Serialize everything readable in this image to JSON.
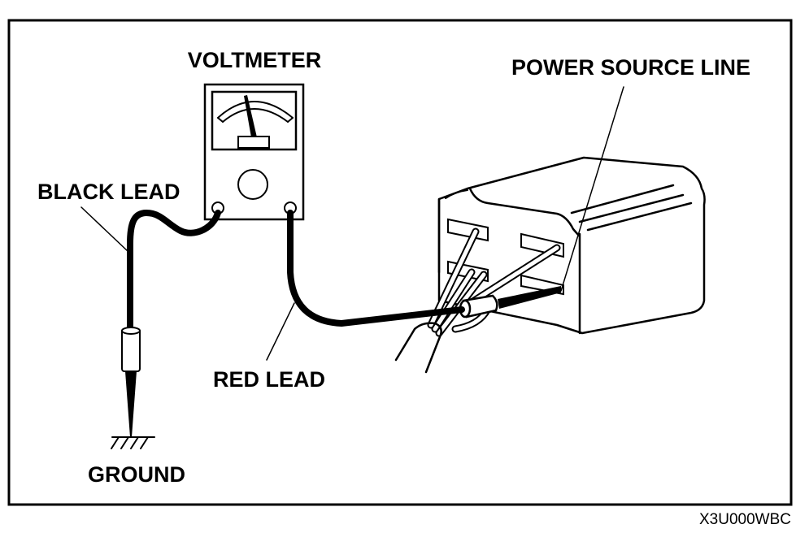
{
  "diagram": {
    "title": "Voltmeter measurement of power source line",
    "labels": {
      "voltmeter": "VOLTMETER",
      "power_source_line": "POWER SOURCE LINE",
      "black_lead": "BLACK LEAD",
      "red_lead": "RED LEAD",
      "ground": "GROUND"
    },
    "figure_code": "X3U000WBC",
    "colors": {
      "ink": "#000000",
      "paper": "#ffffff"
    }
  }
}
